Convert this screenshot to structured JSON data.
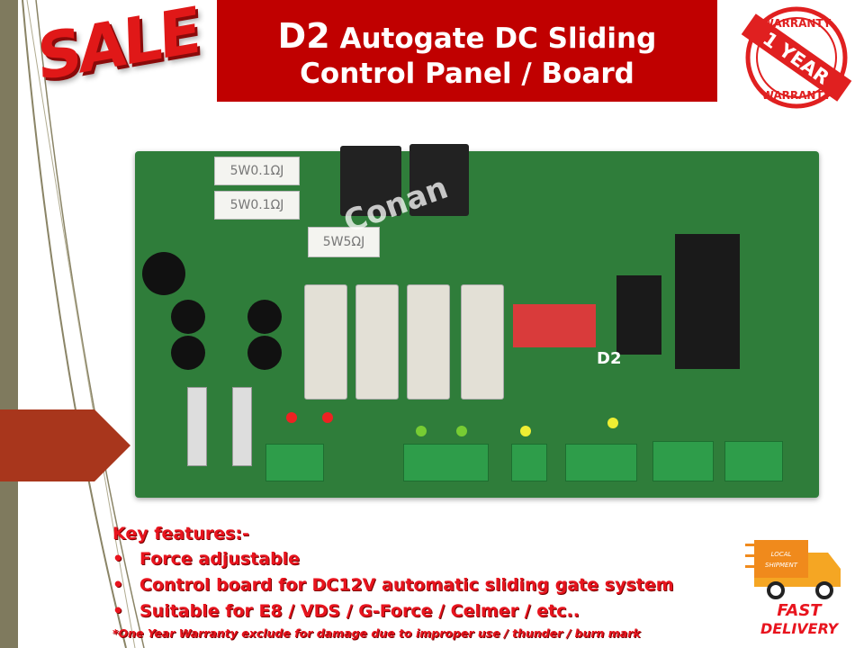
{
  "badge": {
    "sale": "SALE"
  },
  "title": {
    "model": "D2",
    "line1": "Autogate DC Sliding",
    "line2": "Control Panel / Board"
  },
  "warranty_seal": {
    "top": "WARRANTY",
    "center": "1 YEAR",
    "bottom": "WARRANTY"
  },
  "product_image": {
    "watermark": "Conan",
    "board_label": "D2",
    "resistor_labels": [
      "5W0.1ΩJ",
      "5W0.1ΩJ",
      "5W5ΩJ"
    ]
  },
  "features": {
    "heading": "Key features:-",
    "items": [
      "Force adjustable",
      "Control board for DC12V automatic sliding gate system",
      "Suitable for E8 / VDS / G-Force / Celmer / etc.."
    ],
    "note": "*One Year Warranty exclude for damage due to improper use / thunder / burn mark"
  },
  "delivery": {
    "label1": "LOCAL",
    "label2": "SHIPMENT",
    "text1": "FAST",
    "text2": "DELIVERY"
  },
  "colors": {
    "title_bg": "#c00000",
    "feature_text": "#e8141e",
    "pcb": "#2f7d3a",
    "strip": "#7f7a5e",
    "arrow": "#a8361c"
  }
}
